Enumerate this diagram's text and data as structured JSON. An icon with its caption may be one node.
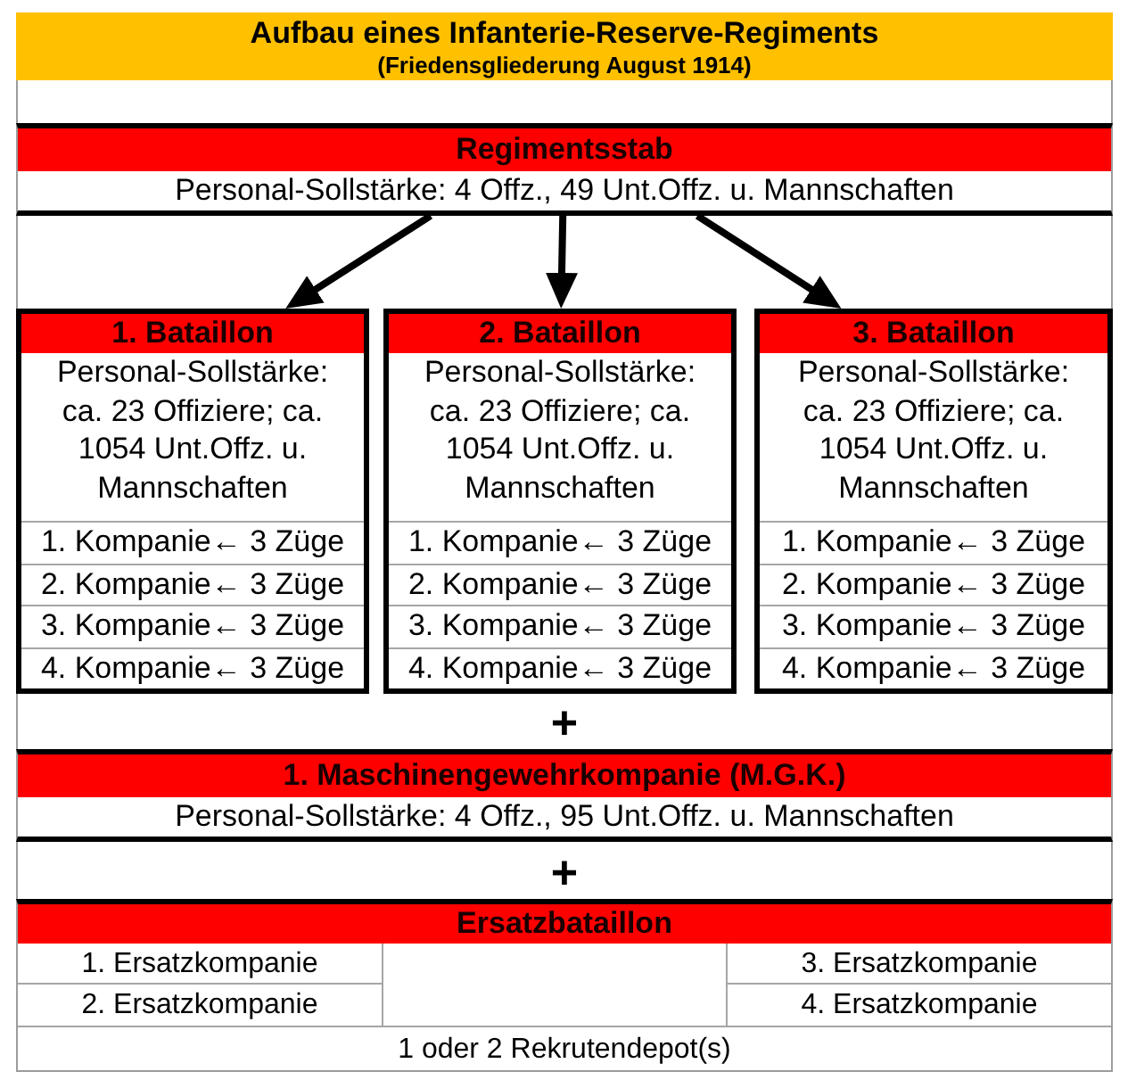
{
  "diagram": {
    "title": "Aufbau eines Infanterie-Reserve-Regiments",
    "nodes": [
      {
        "text": [
          "Regimentsstab",
          "Personal-Sollstärke: 4 Offz., 49 Unt.Offz. u. Mannschaften"
        ]
      },
      {
        "text": [
          "1. Bataillon",
          "Personal-Sollstärke: ca. 23 Offiziere; ca. 1054 Unt.Offz. u. Mannschaften"
        ]
      },
      {
        "text": [
          "1. Kompanie← 3 Züge"
        ],
        "in": 1
      },
      {
        "text": [
          "2. Kompanie← 3 Züge"
        ],
        "in": 1
      },
      {
        "text": [
          "3. Kompanie← 3 Züge"
        ],
        "in": 1
      },
      {
        "text": [
          "4. Kompanie← 3 Züge"
        ],
        "in": 1
      },
      {
        "text": [
          "2. Bataillon",
          "Personal-Sollstärke: ca. 23 Offiziere; ca. 1054 Unt.Offz. u. Mannschaften"
        ]
      },
      {
        "text": [
          "1. Kompanie← 3 Züge"
        ],
        "in": 6
      },
      {
        "text": [
          "2. Kompanie← 3 Züge"
        ],
        "in": 6
      },
      {
        "text": [
          "3. Kompanie← 3 Züge"
        ],
        "in": 6
      },
      {
        "text": [
          "4. Kompanie← 3 Züge"
        ],
        "in": 6
      },
      {
        "text": [
          "3. Bataillon",
          "Personal-Sollstärke: ca. 23 Offiziere; ca. 1054 Unt.Offz. u. Mannschaften"
        ]
      },
      {
        "text": [
          "1. Kompanie← 3 Züge"
        ],
        "in": 11
      },
      {
        "text": [
          "2. Kompanie← 3 Züge"
        ],
        "in": 11
      },
      {
        "text": [
          "3. Kompanie← 3 Züge"
        ],
        "in": 11
      },
      {
        "text": [
          "4. Kompanie← 3 Züge"
        ],
        "in": 11
      },
      {
        "text": [
          "1. Maschinengewehrkompanie (M.G.K.)",
          "Personal-Sollstärke: 4 Offz., 95 Unt.Offz. u. Mannschaften"
        ]
      },
      {
        "text": [
          "Ersatzbataillon"
        ]
      },
      {
        "text": [
          "1. Ersatzkompanie"
        ],
        "in": 17
      },
      {
        "text": [
          "3. Ersatzkompanie"
        ],
        "in": 17
      },
      {
        "text": [
          "2. Ersatzkompanie"
        ],
        "in": 17
      },
      {
        "text": [
          "4. Ersatzkompanie"
        ],
        "in": 17
      },
      {
        "text": [
          "1 oder 2 Rekrutendepot(s)"
        ],
        "in": 17
      }
    ],
    "edges": [
      {
        "from": 0,
        "to": 1,
        "arrow": "to"
      },
      {
        "from": 0,
        "to": 6,
        "arrow": "to"
      },
      {
        "from": 0,
        "to": 11,
        "arrow": "to"
      }
    ],
    "labels": [
      "(Friedensgliederung August 1914)",
      "+",
      "+"
    ]
  }
}
